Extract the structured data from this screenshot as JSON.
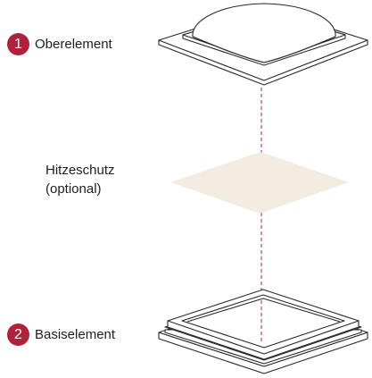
{
  "colors": {
    "accent": "#b0213c",
    "outline": "#2a2a2a",
    "shield_fill": "#f3ece1",
    "guide_line": "#c1566b"
  },
  "top_element": {
    "number": "1",
    "label": "Oberelement"
  },
  "heat_shield": {
    "label_line1": "Hitzeschutz",
    "label_line2": "(optional)"
  },
  "base_element": {
    "number": "2",
    "label": "Basiselement"
  }
}
